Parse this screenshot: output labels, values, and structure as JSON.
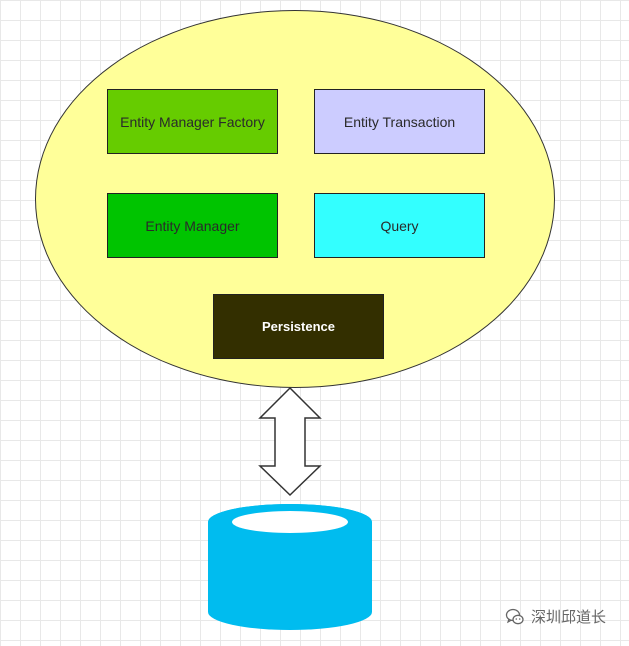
{
  "diagram": {
    "components": [
      {
        "label": "Entity Manager Factory",
        "color": "#66cc00"
      },
      {
        "label": "Entity Transaction",
        "color": "#ccccff"
      },
      {
        "label": "Entity Manager",
        "color": "#00c400"
      },
      {
        "label": "Query",
        "color": "#33ffff"
      },
      {
        "label": "Persistence",
        "color": "#332f00"
      }
    ],
    "container": {
      "color": "#ffff99"
    },
    "connector": {
      "type": "bidirectional-arrow"
    },
    "database": {
      "color": "#00bcef"
    }
  },
  "watermark": {
    "text": "深圳邱道长",
    "icon": "wechat-icon"
  }
}
